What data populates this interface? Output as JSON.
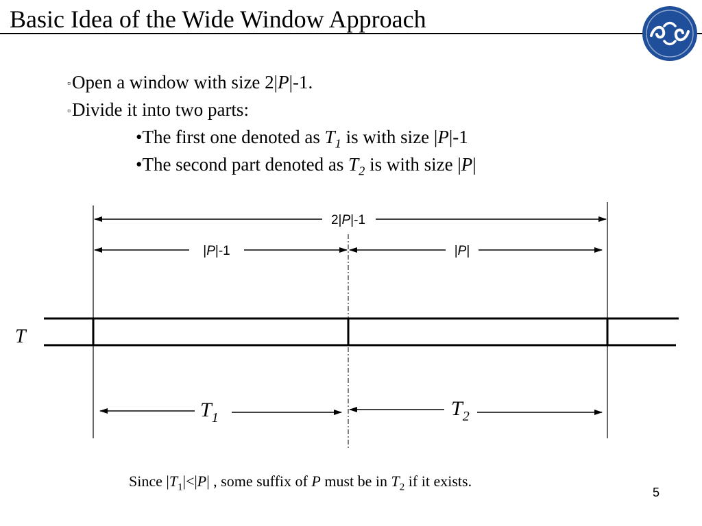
{
  "slide": {
    "title": "Basic Idea of the Wide Window Approach",
    "page_number": "5"
  },
  "bullets": [
    {
      "marker": "▫",
      "pre": "Open a window with size 2|",
      "var": "P",
      "sub": "",
      "post": "|-1."
    },
    {
      "marker": "▫",
      "pre": "Divide it into two parts:",
      "var": "",
      "sub": "",
      "post": ""
    },
    {
      "marker": "•",
      "pre": "The first one denoted as ",
      "var": "T",
      "sub": "1",
      "post": " is with size |P|-1"
    },
    {
      "marker": "•",
      "pre": "The second part denoted as ",
      "var": "T",
      "sub": "2",
      "post": " is with size |P|"
    }
  ],
  "diagram": {
    "total_label": "2|P|-1",
    "t1_length_label": "|P|-1",
    "t2_length_label": "|P|",
    "text_label": "T",
    "part1_label": "T",
    "part1_sub": "1",
    "part2_label": "T",
    "part2_sub": "2"
  },
  "caption": {
    "text": "Since |T1|<|P| , some suffix of P must be in T2 if it exists."
  },
  "colors": {
    "logo_blue": "#1f4e9a",
    "line": "#000000"
  }
}
